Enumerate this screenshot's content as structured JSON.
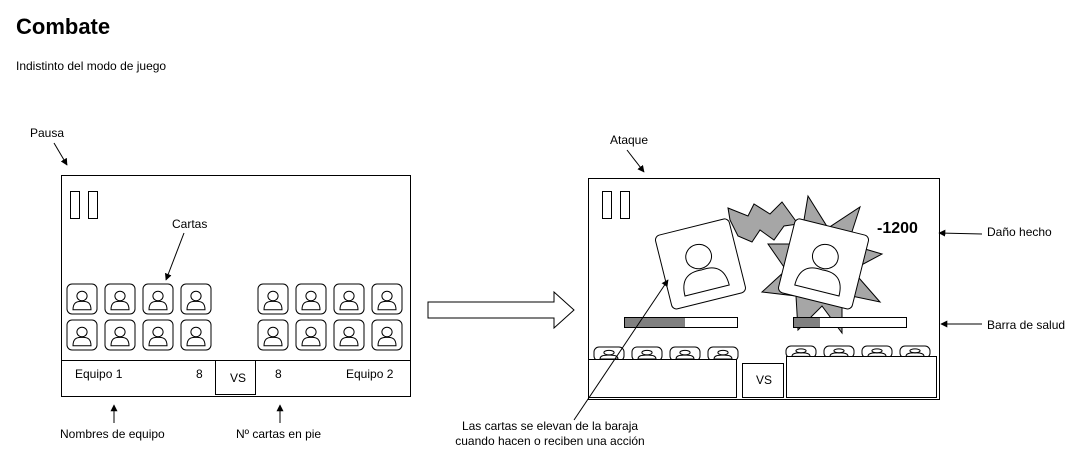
{
  "header": {
    "title": "Combate",
    "subtitle": "Indistinto del modo de juego"
  },
  "left_screen": {
    "annotation_pause": "Pausa",
    "annotation_cards": "Cartas",
    "team1_name": "Equipo 1",
    "team1_count": "8",
    "vs_label": "VS",
    "team2_count": "8",
    "team2_name": "Equipo 2",
    "annotation_team_names": "Nombres de equipo",
    "annotation_cards_standing": "Nº cartas en pie"
  },
  "right_screen": {
    "annotation_attack": "Ataque",
    "damage_value": "-1200",
    "annotation_damage": "Daño hecho",
    "annotation_health": "Barra de salud",
    "vs_label": "VS",
    "annotation_cards_rise_line1": "Las cartas se elevan de la baraja",
    "annotation_cards_rise_line2": "cuando hacen o reciben una acción",
    "health_bars": [
      {
        "name": "left-card-health",
        "fraction": 0.54
      },
      {
        "name": "right-card-health",
        "fraction": 0.23
      }
    ]
  }
}
